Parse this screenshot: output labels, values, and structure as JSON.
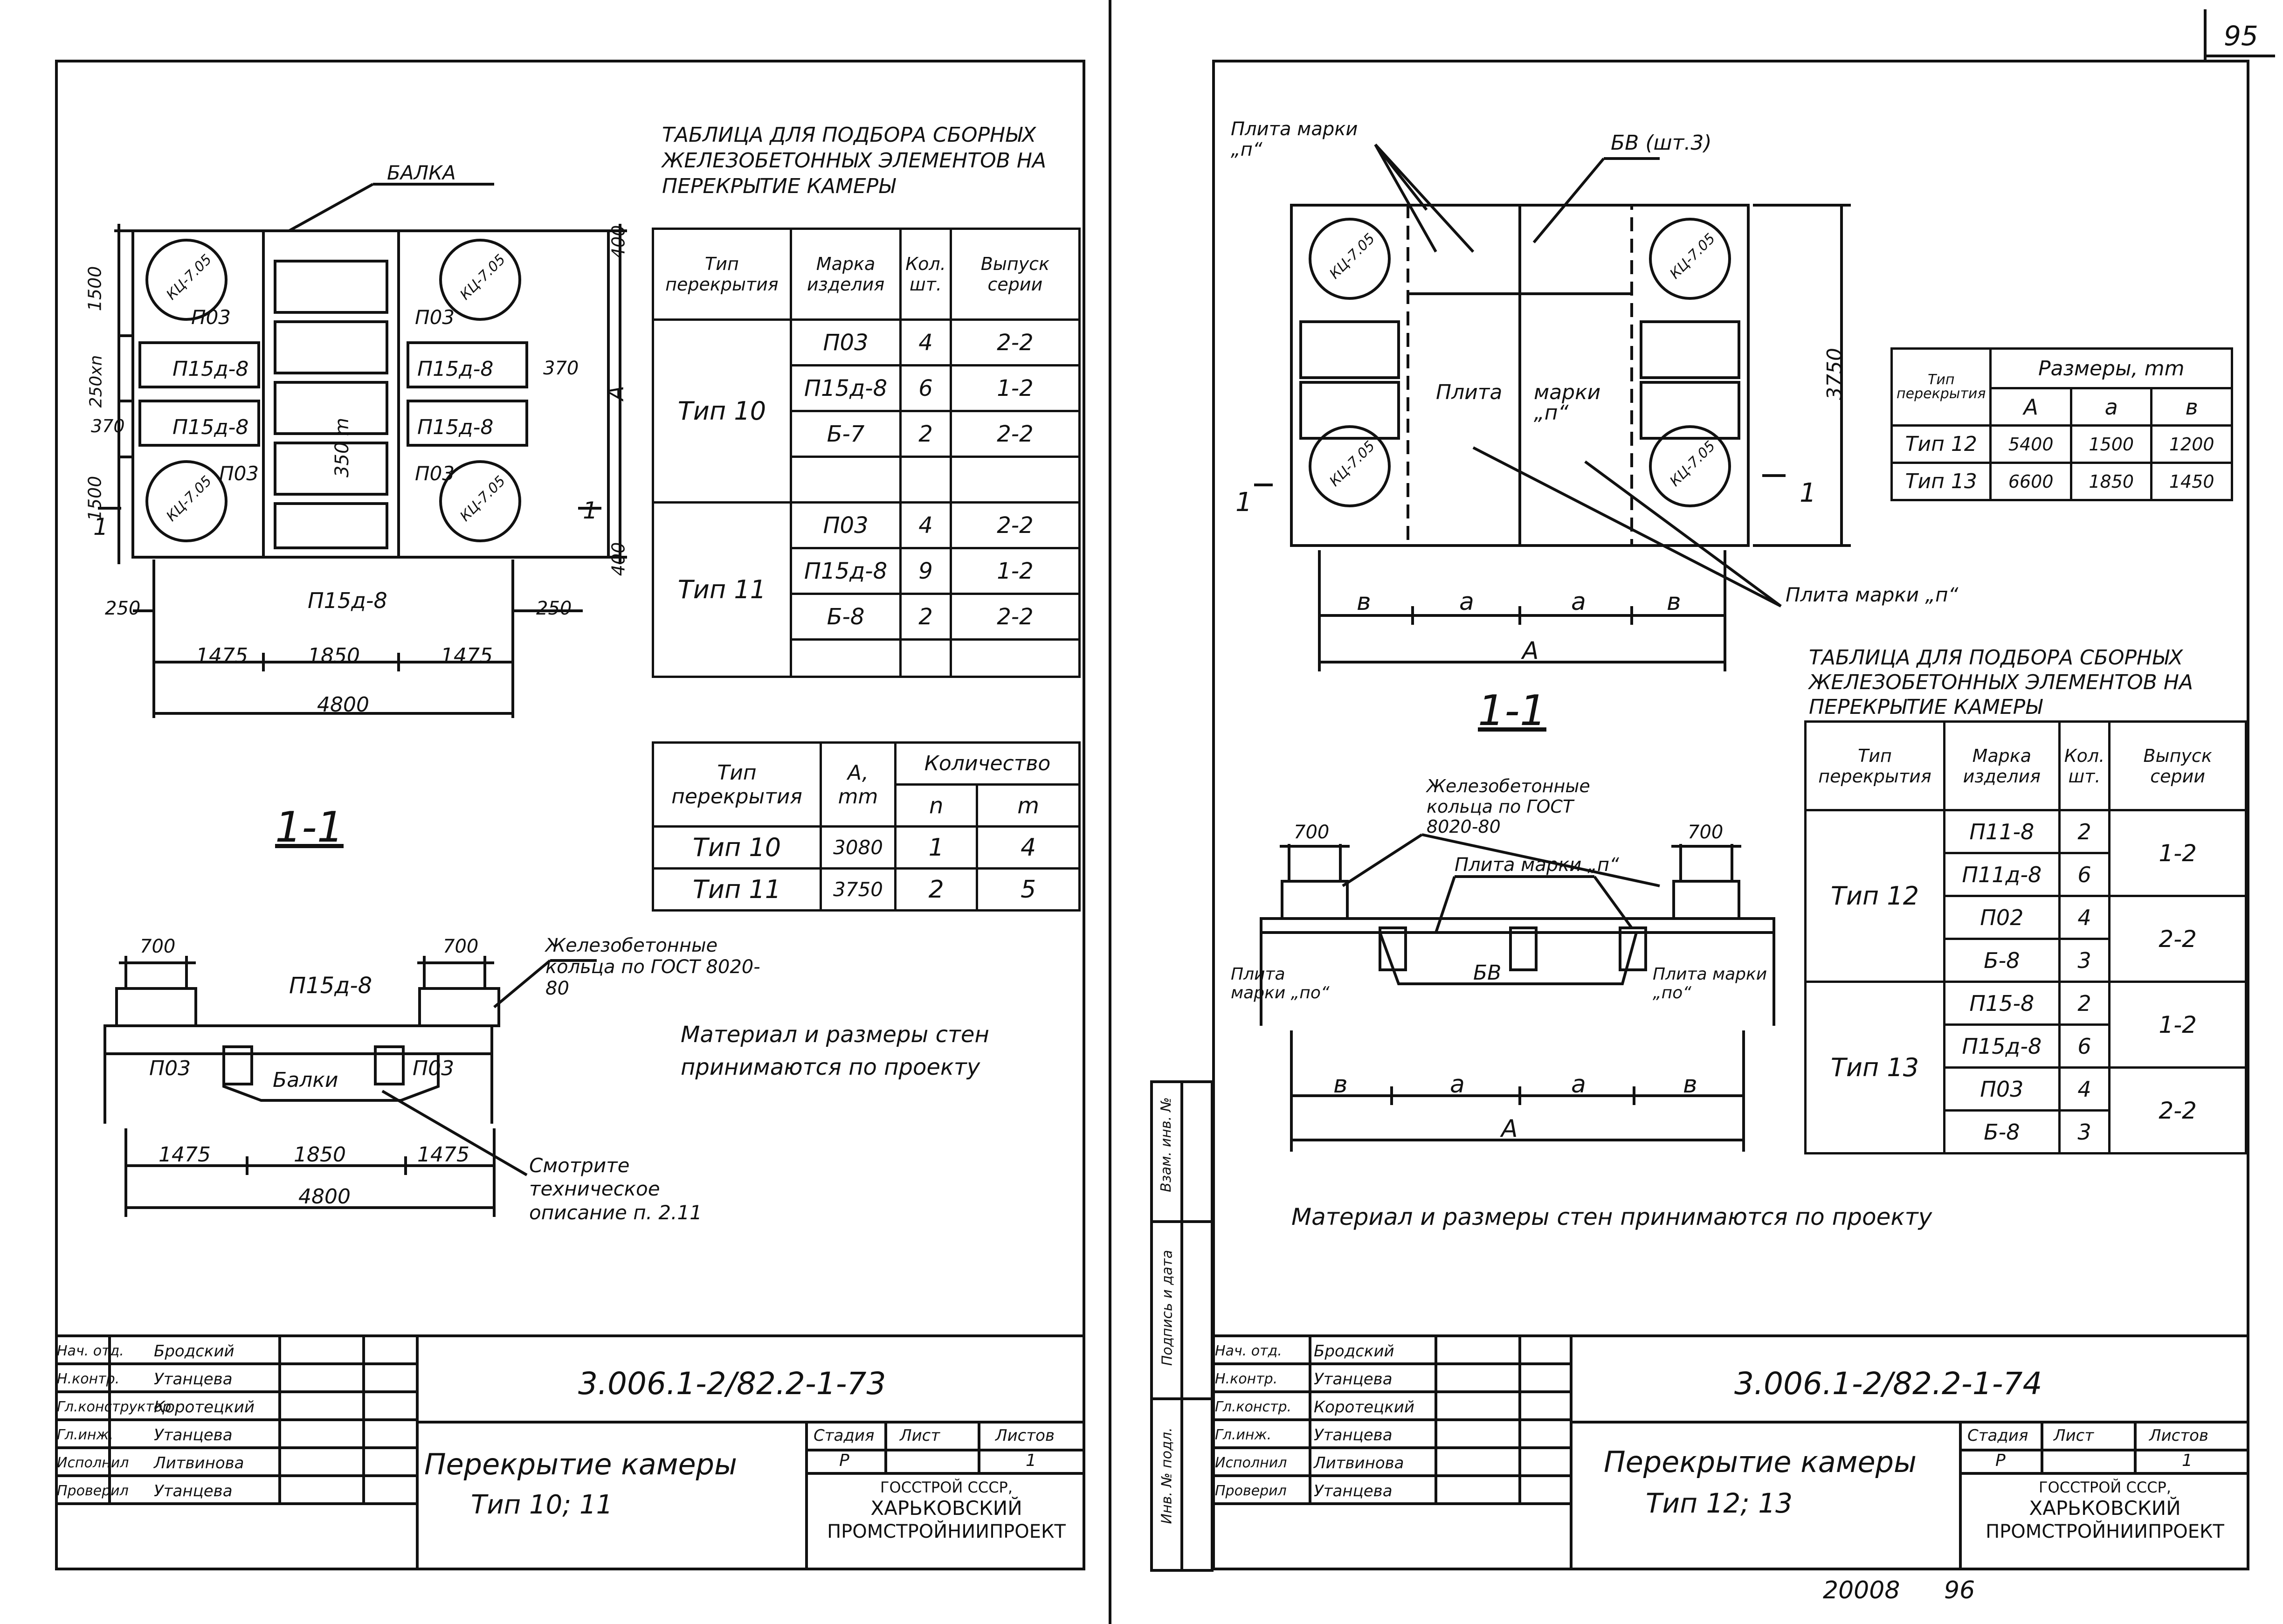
{
  "page_number": "95",
  "bottom_numbers": {
    "left": "20008",
    "right": "96"
  },
  "left": {
    "plan": {
      "beam_label": "БАЛКА",
      "labels": [
        "П03",
        "П03",
        "П03",
        "П03",
        "П15д-8",
        "П15д-8",
        "П15д-8",
        "П15д-8"
      ],
      "hatch_labels": [
        "КЦ-7.05",
        "КЦ-7.05",
        "КЦ-7.05",
        "КЦ-7.05"
      ],
      "bottom_label": "П15д-8",
      "center_label": "350 m",
      "dims_left": [
        "1500",
        "250xn",
        "370",
        "1500"
      ],
      "dims_right": [
        "400",
        "370",
        "A",
        "400"
      ],
      "dims_bottom": [
        "250",
        "250",
        "1475",
        "1850",
        "1475",
        "4800"
      ],
      "section_marks": [
        "1",
        "1"
      ]
    },
    "title_table": "ТАБЛИЦА ДЛЯ ПОДБОРА СБОРНЫХ ЖЕЛЕЗОБЕТОННЫХ ЭЛЕМЕНТОВ НА ПЕРЕКРЫТИЕ КАМЕРЫ",
    "table1": {
      "headers": [
        "Тип перекрытия",
        "Марка изделия",
        "Кол. шт.",
        "Выпуск серии"
      ],
      "groups": [
        {
          "type": "Тип 10",
          "rows": [
            [
              "П03",
              "4",
              "2-2"
            ],
            [
              "П15д-8",
              "6",
              "1-2"
            ],
            [
              "Б-7",
              "2",
              "2-2"
            ],
            [
              "",
              "",
              ""
            ]
          ]
        },
        {
          "type": "Тип 11",
          "rows": [
            [
              "П03",
              "4",
              "2-2"
            ],
            [
              "П15д-8",
              "9",
              "1-2"
            ],
            [
              "Б-8",
              "2",
              "2-2"
            ],
            [
              "",
              "",
              ""
            ]
          ]
        }
      ]
    },
    "table2": {
      "headers": [
        "Тип перекрытия",
        "A, mm",
        "Количество"
      ],
      "sub_headers": [
        "n",
        "m"
      ],
      "rows": [
        [
          "Тип 10",
          "3080",
          "1",
          "4"
        ],
        [
          "Тип 11",
          "3750",
          "2",
          "5"
        ]
      ]
    },
    "section_title": "1-1",
    "section": {
      "ring_note": "Железобетонные кольца по ГОСТ 8020-80",
      "slab_label": "П15д-8",
      "labels": [
        "П03",
        "П03",
        "Балки"
      ],
      "dims_top": [
        "700",
        "700"
      ],
      "dims_bottom": [
        "1475",
        "1850",
        "1475",
        "4800"
      ],
      "see_note": "Смотрите техническое описание п. 2.11"
    },
    "material_note": "Материал и размеры стен принимаются по проекту",
    "stamp": {
      "code": "3.006.1-2/82.2-1-73",
      "title": "Перекрытие камеры",
      "subtitle": "Тип 10; 11",
      "roles": [
        "Нач. отд.",
        "Н.контр.",
        "Гл.конструктор",
        "Гл.инж.",
        "Исполнил",
        "Проверил"
      ],
      "names": [
        "Бродский",
        "Утанцева",
        "Коротецкий",
        "Утанцева",
        "Литвинова",
        "Утанцева"
      ],
      "stage_headers": [
        "Стадия",
        "Лист",
        "Листов"
      ],
      "stage_values": [
        "Р",
        "",
        "1"
      ],
      "org": [
        "ГОССТРОЙ СССР,",
        "ХАРЬКОВСКИЙ",
        "ПРОМСТРОЙНИИПРОЕКТ"
      ]
    }
  },
  "right": {
    "plan": {
      "plate_label": "Плита марки „п“",
      "bv_label": "БВ (шт.3)",
      "center_labels": [
        "Плита",
        "марки „п“"
      ],
      "hatch_labels": [
        "КЦ-7.05",
        "КЦ-7.05",
        "КЦ-7.05",
        "КЦ-7.05"
      ],
      "plate_bottom_label": "Плита марки „п“",
      "dim_vertical": "3750",
      "dims_bottom": [
        "в",
        "а",
        "а",
        "в",
        "A"
      ],
      "section_marks": [
        "1",
        "1"
      ]
    },
    "dims_table": {
      "headers": [
        "Тип перекрытия",
        "Размеры, mm"
      ],
      "sub_headers": [
        "A",
        "a",
        "в"
      ],
      "rows": [
        [
          "Тип 12",
          "5400",
          "1500",
          "1200"
        ],
        [
          "Тип 13",
          "6600",
          "1850",
          "1450"
        ]
      ]
    },
    "title_table": "ТАБЛИЦА ДЛЯ ПОДБОРА СБОРНЫХ ЖЕЛЕЗОБЕТОННЫХ ЭЛЕМЕНТОВ НА ПЕРЕКРЫТИЕ КАМЕРЫ",
    "table": {
      "headers": [
        "Тип перекрытия",
        "Марка изделия",
        "Кол. шт.",
        "Выпуск серии"
      ],
      "groups": [
        {
          "type": "Тип 12",
          "rows": [
            [
              "П11-8",
              "2"
            ],
            [
              "П11д-8",
              "6"
            ],
            [
              "П02",
              "4"
            ],
            [
              "Б-8",
              "3"
            ]
          ],
          "series": [
            "1-2",
            "2-2"
          ]
        },
        {
          "type": "Тип 13",
          "rows": [
            [
              "П15-8",
              "2"
            ],
            [
              "П15д-8",
              "6"
            ],
            [
              "П03",
              "4"
            ],
            [
              "Б-8",
              "3"
            ]
          ],
          "series": [
            "1-2",
            "2-2"
          ]
        }
      ]
    },
    "section_title": "1-1",
    "section": {
      "ring_note": "Железобетонные кольца по ГОСТ 8020-80",
      "plate_label": "Плита марки „п“",
      "left_label": "Плита марки „по“",
      "right_label": "Плита марки „по“",
      "bv": "БВ",
      "dims_top": [
        "700",
        "700"
      ],
      "dims_bottom": [
        "в",
        "а",
        "а",
        "в",
        "A"
      ]
    },
    "material_note": "Материал и размеры стен принимаются по проекту",
    "stamp": {
      "code": "3.006.1-2/82.2-1-74",
      "title": "Перекрытие камеры",
      "subtitle": "Тип 12; 13",
      "roles": [
        "Нач. отд.",
        "Н.контр.",
        "Гл.констр.",
        "Гл.инж.",
        "Исполнил",
        "Проверил"
      ],
      "names": [
        "Бродский",
        "Утанцева",
        "Коротецкий",
        "Утанцева",
        "Литвинова",
        "Утанцева"
      ],
      "stage_headers": [
        "Стадия",
        "Лист",
        "Листов"
      ],
      "stage_values": [
        "Р",
        "",
        "1"
      ],
      "org": [
        "ГОССТРОЙ СССР,",
        "ХАРЬКОВСКИЙ",
        "ПРОМСТРОЙНИИПРОЕКТ"
      ]
    },
    "side_stamp": [
      "Взам. инв. №",
      "Подпись и дата",
      "Инв. № подл."
    ]
  }
}
